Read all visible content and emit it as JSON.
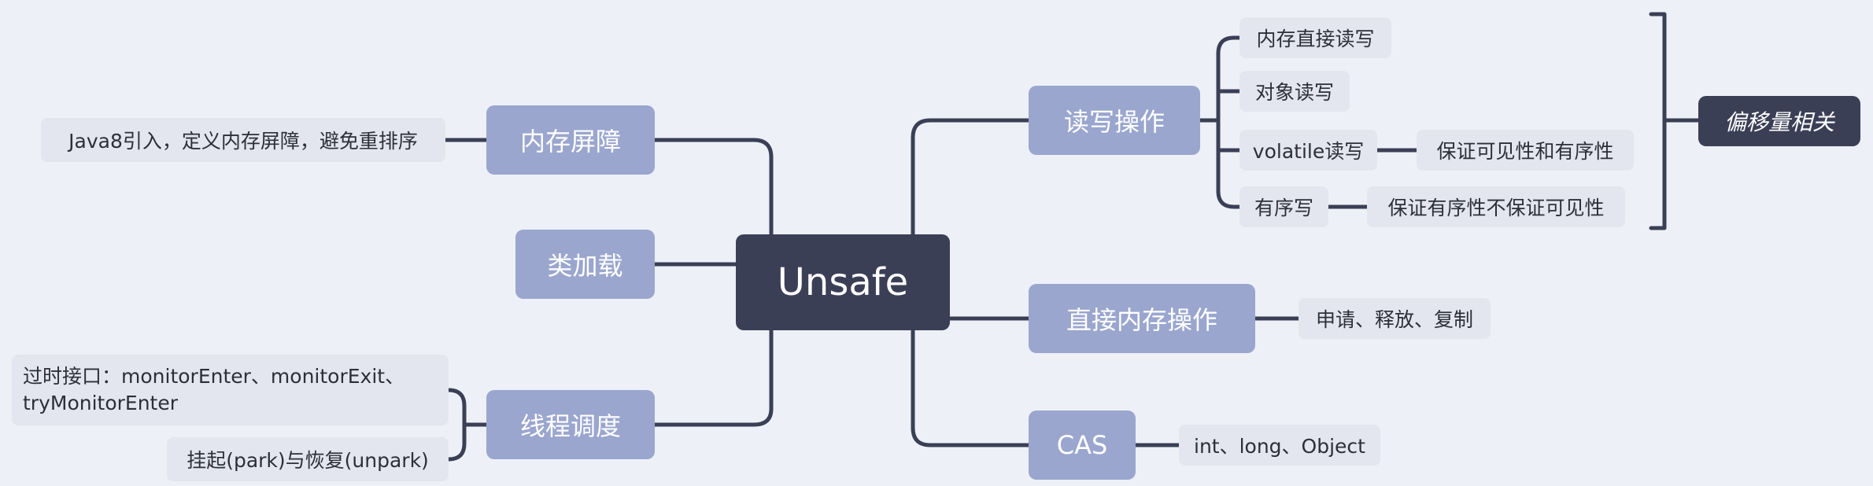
{
  "root": "Unsafe",
  "branches": {
    "memory_barrier": {
      "label": "内存屏障",
      "note": "Java8引入，定义内存屏障，避免重排序"
    },
    "class_loading": {
      "label": "类加载"
    },
    "thread_scheduling": {
      "label": "线程调度",
      "notes": [
        "过时接口：monitorEnter、monitorExit、tryMonitorEnter",
        "挂起(park)与恢复(unpark)"
      ]
    },
    "read_write": {
      "label": "读写操作",
      "children": [
        "内存直接读写",
        "对象读写",
        "volatile读写",
        "有序写"
      ],
      "volatile_note": "保证可见性和有序性",
      "ordered_note": "保证有序性不保证可见性",
      "summary": "偏移量相关"
    },
    "direct_memory": {
      "label": "直接内存操作",
      "note": "申请、释放、复制"
    },
    "cas": {
      "label": "CAS",
      "note": "int、long、Object"
    }
  },
  "colors": {
    "root": "#3b3f56",
    "main": "#9aa6ce",
    "leaf": "#e3e6ee",
    "line": "#3b3f56",
    "background": "#edf1f7"
  }
}
